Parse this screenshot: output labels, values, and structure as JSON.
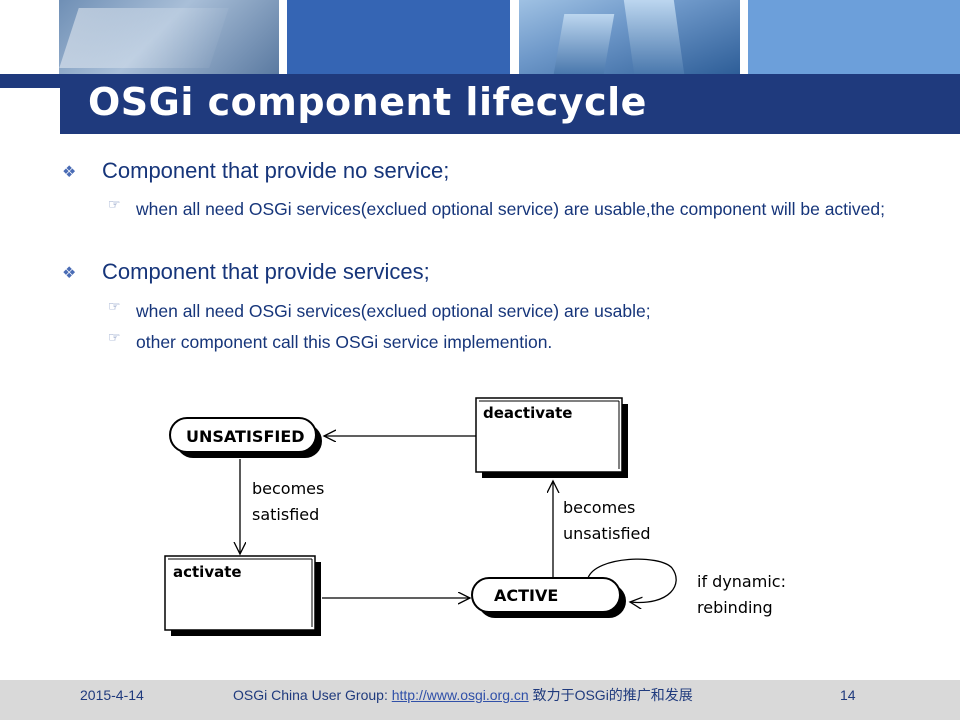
{
  "slide": {
    "title": "OSGi component lifecycle"
  },
  "bullets": [
    {
      "text": "Component that provide no service;",
      "sub": [
        "when all need OSGi services(exclued optional service) are usable,the component will be actived;"
      ]
    },
    {
      "text": "Component that provide services;",
      "sub": [
        "when all need OSGi services(exclued optional service) are usable;",
        "other component call this OSGi service implemention."
      ]
    }
  ],
  "diagram": {
    "states": {
      "unsatisfied": "UNSATISFIED",
      "active": "ACTIVE"
    },
    "actions": {
      "deactivate": "deactivate",
      "activate": "activate"
    },
    "transitions": {
      "becomes_satisfied_1": "becomes",
      "becomes_satisfied_2": "satisfied",
      "becomes_unsatisfied_1": "becomes",
      "becomes_unsatisfied_2": "unsatisfied",
      "rebind_1": "if dynamic:",
      "rebind_2": "rebinding"
    }
  },
  "footer": {
    "date": "2015-4-14",
    "group_prefix": "OSGi China User Group: ",
    "link": "http://www.osgi.org.cn",
    "suffix": " 致力于OSGi的推广和发展",
    "page": "14"
  },
  "icons": {
    "level1_bullet": "diamond-bullet-icon",
    "level2_bullet": "pointing-hand-icon"
  }
}
